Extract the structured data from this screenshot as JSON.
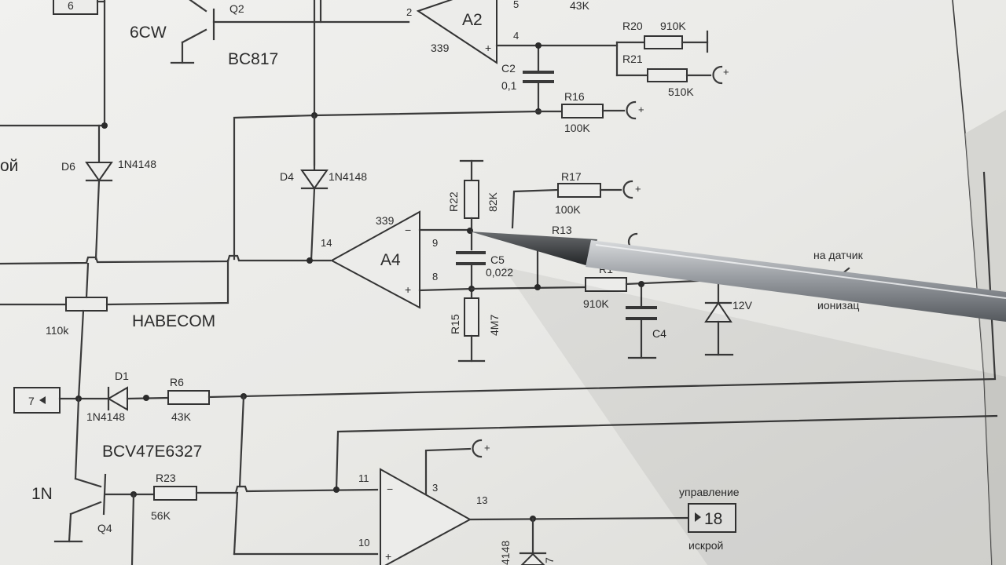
{
  "labels": {
    "q2_type": "6CW",
    "q2_name": "Q2",
    "q2_part": "BC817",
    "a2_name": "A2",
    "a2_chip": "339",
    "a2_pin2": "2",
    "a2_pin4": "4",
    "a2_pin5": "5",
    "top_res_value": "43K",
    "r20": "R20",
    "r20_value": "910K",
    "r21": "R21",
    "r21_value": "510K",
    "c2": "C2",
    "c2_value": "0,1",
    "r16": "R16",
    "r16_value": "100K",
    "d6": "D6",
    "d6_part": "1N4148",
    "left_partial": "ой",
    "d4": "D4",
    "d4_part": "1N4148",
    "r22": "R22",
    "r22_value": "82K",
    "r17": "R17",
    "r17_value": "100K",
    "r13": "R13",
    "a4_chip": "339",
    "a4_name": "A4",
    "a4_pin14": "14",
    "a4_pin9": "9",
    "a4_pin8": "8",
    "c5": "C5",
    "c5_value": "0,022",
    "r14_partial": "R1",
    "r14_value": "910K",
    "c4": "C4",
    "zener_value": "12V",
    "sensor_note1": "на датчик",
    "sensor_note2": "ионизац",
    "r15": "R15",
    "r15_value": "4M7",
    "trim_value": "110k",
    "habecom": "HABECOM",
    "conn7": "7",
    "conn6": "6",
    "d1": "D1",
    "d1_part": "1N4148",
    "r6": "R6",
    "r6_value": "43K",
    "q4_part": "BCV47E6327",
    "q4_name": "Q4",
    "q4_type": "1N",
    "r23": "R23",
    "r23_value": "56K",
    "a3_pin11": "11",
    "a3_pin10": "10",
    "a3_pin3": "3",
    "a3_pin13": "13",
    "ctrl_note": "управление",
    "conn18": "18",
    "spark_note": "искрой",
    "bottom_partial": "4148",
    "bottom_pin7": "7",
    "plus": "+",
    "minus": "−"
  }
}
